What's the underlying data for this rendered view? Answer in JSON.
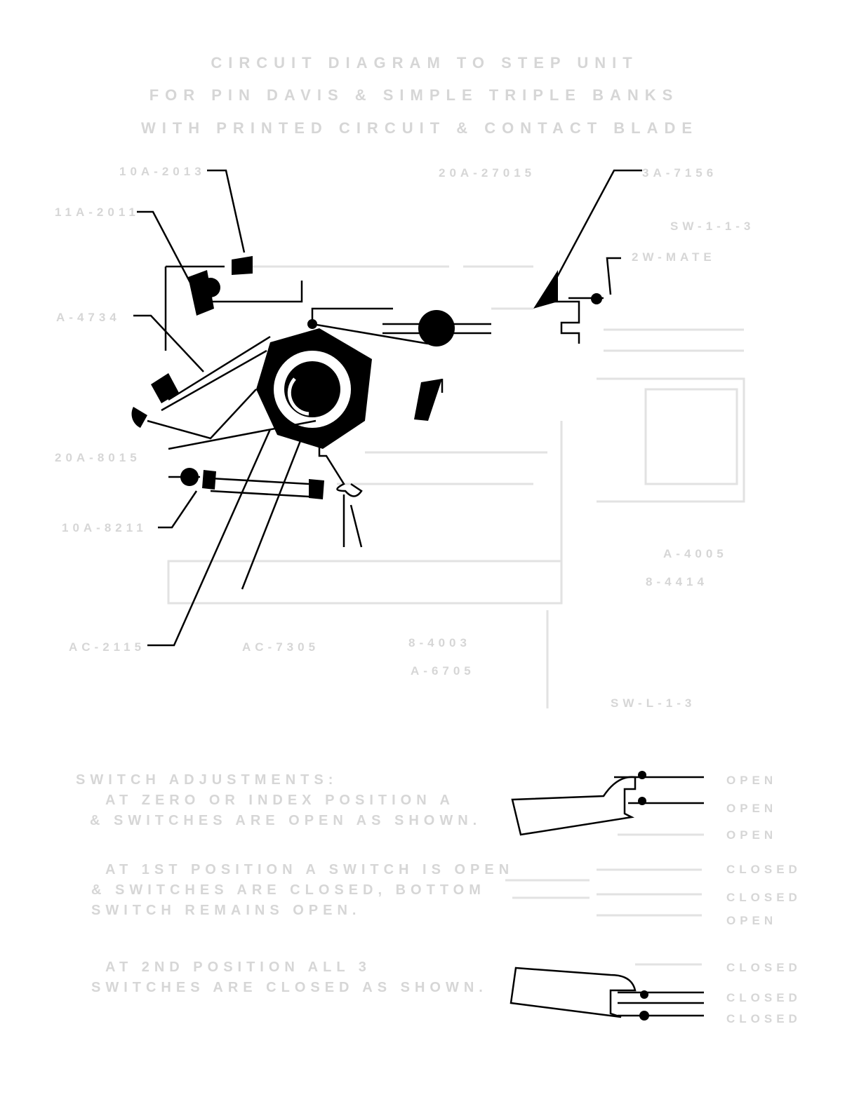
{
  "title_lines": [
    "CIRCUIT DIAGRAM TO STEP UNIT",
    "FOR PIN DAVIS & SIMPLE TRIPLE BANKS",
    "WITH PRINTED CIRCUIT & CONTACT BLADE"
  ],
  "labels": {
    "l1": "10A-2013",
    "l2": "11A-2011",
    "l3": "A-4734",
    "l4": "20A-8015",
    "l5": "10A-8211",
    "l6": "AC-2115",
    "l7": "20A-27015",
    "l8": "3A-7156",
    "l9": "SW-1-1-3",
    "l10": "2W-MATE",
    "l11": "A-4005",
    "l12": "8-4414",
    "l13": "AC-7305",
    "l14": "8-4003",
    "l15": "A-6705",
    "l16": "SW-L-1-3"
  },
  "notes": {
    "heading": "SWITCH ADJUSTMENTS:",
    "n1": [
      "AT ZERO OR INDEX POSITION A",
      "& SWITCHES ARE OPEN AS SHOWN."
    ],
    "n2": [
      "AT 1ST POSITION A SWITCH IS OPEN",
      "& SWITCHES ARE CLOSED, BOTTOM",
      "SWITCH REMAINS OPEN."
    ],
    "n3": [
      "AT 2ND POSITION ALL 3",
      "SWITCHES ARE CLOSED AS SHOWN."
    ]
  },
  "switch_states": [
    "OPEN",
    "OPEN",
    "OPEN",
    "CLOSED",
    "CLOSED",
    "OPEN",
    "CLOSED",
    "CLOSED",
    "CLOSED"
  ]
}
